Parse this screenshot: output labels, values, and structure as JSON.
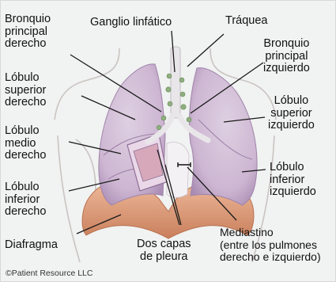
{
  "labels": {
    "bronquio_principal_derecho": "Bronquio\nprincipal\nderecho",
    "ganglio_linfatico": "Ganglio linfático",
    "traquea": "Tráquea",
    "bronquio_principal_izquierdo": "Bronquio\nprincipal\nizquierdo",
    "lobulo_superior_derecho": "Lóbulo\nsuperior\nderecho",
    "lobulo_superior_izquierdo": "Lóbulo\nsuperior\nizquierdo",
    "lobulo_medio_derecho": "Lóbulo\nmedio\nderecho",
    "lobulo_inferior_izquierdo": "Lóbulo\ninferior\nizquierdo",
    "lobulo_inferior_derecho": "Lóbulo\ninferior\nderecho",
    "diafragma": "Diafragma",
    "dos_capas_de_pleura": "Dos capas\nde pleura",
    "mediastino": "Mediastino\n(entre los pulmones\nderecho e izquierdo)"
  },
  "credit": "©Patient Resource LLC",
  "colors": {
    "background": "#f1f2f2",
    "lung": "#cdb6d2",
    "lung_shadow": "#a98cb3",
    "diaphragm": "#e2a482",
    "pleura": "#c9a7c8",
    "body_outline": "#c9c4c1",
    "leader_line": "#1a1a1a"
  }
}
